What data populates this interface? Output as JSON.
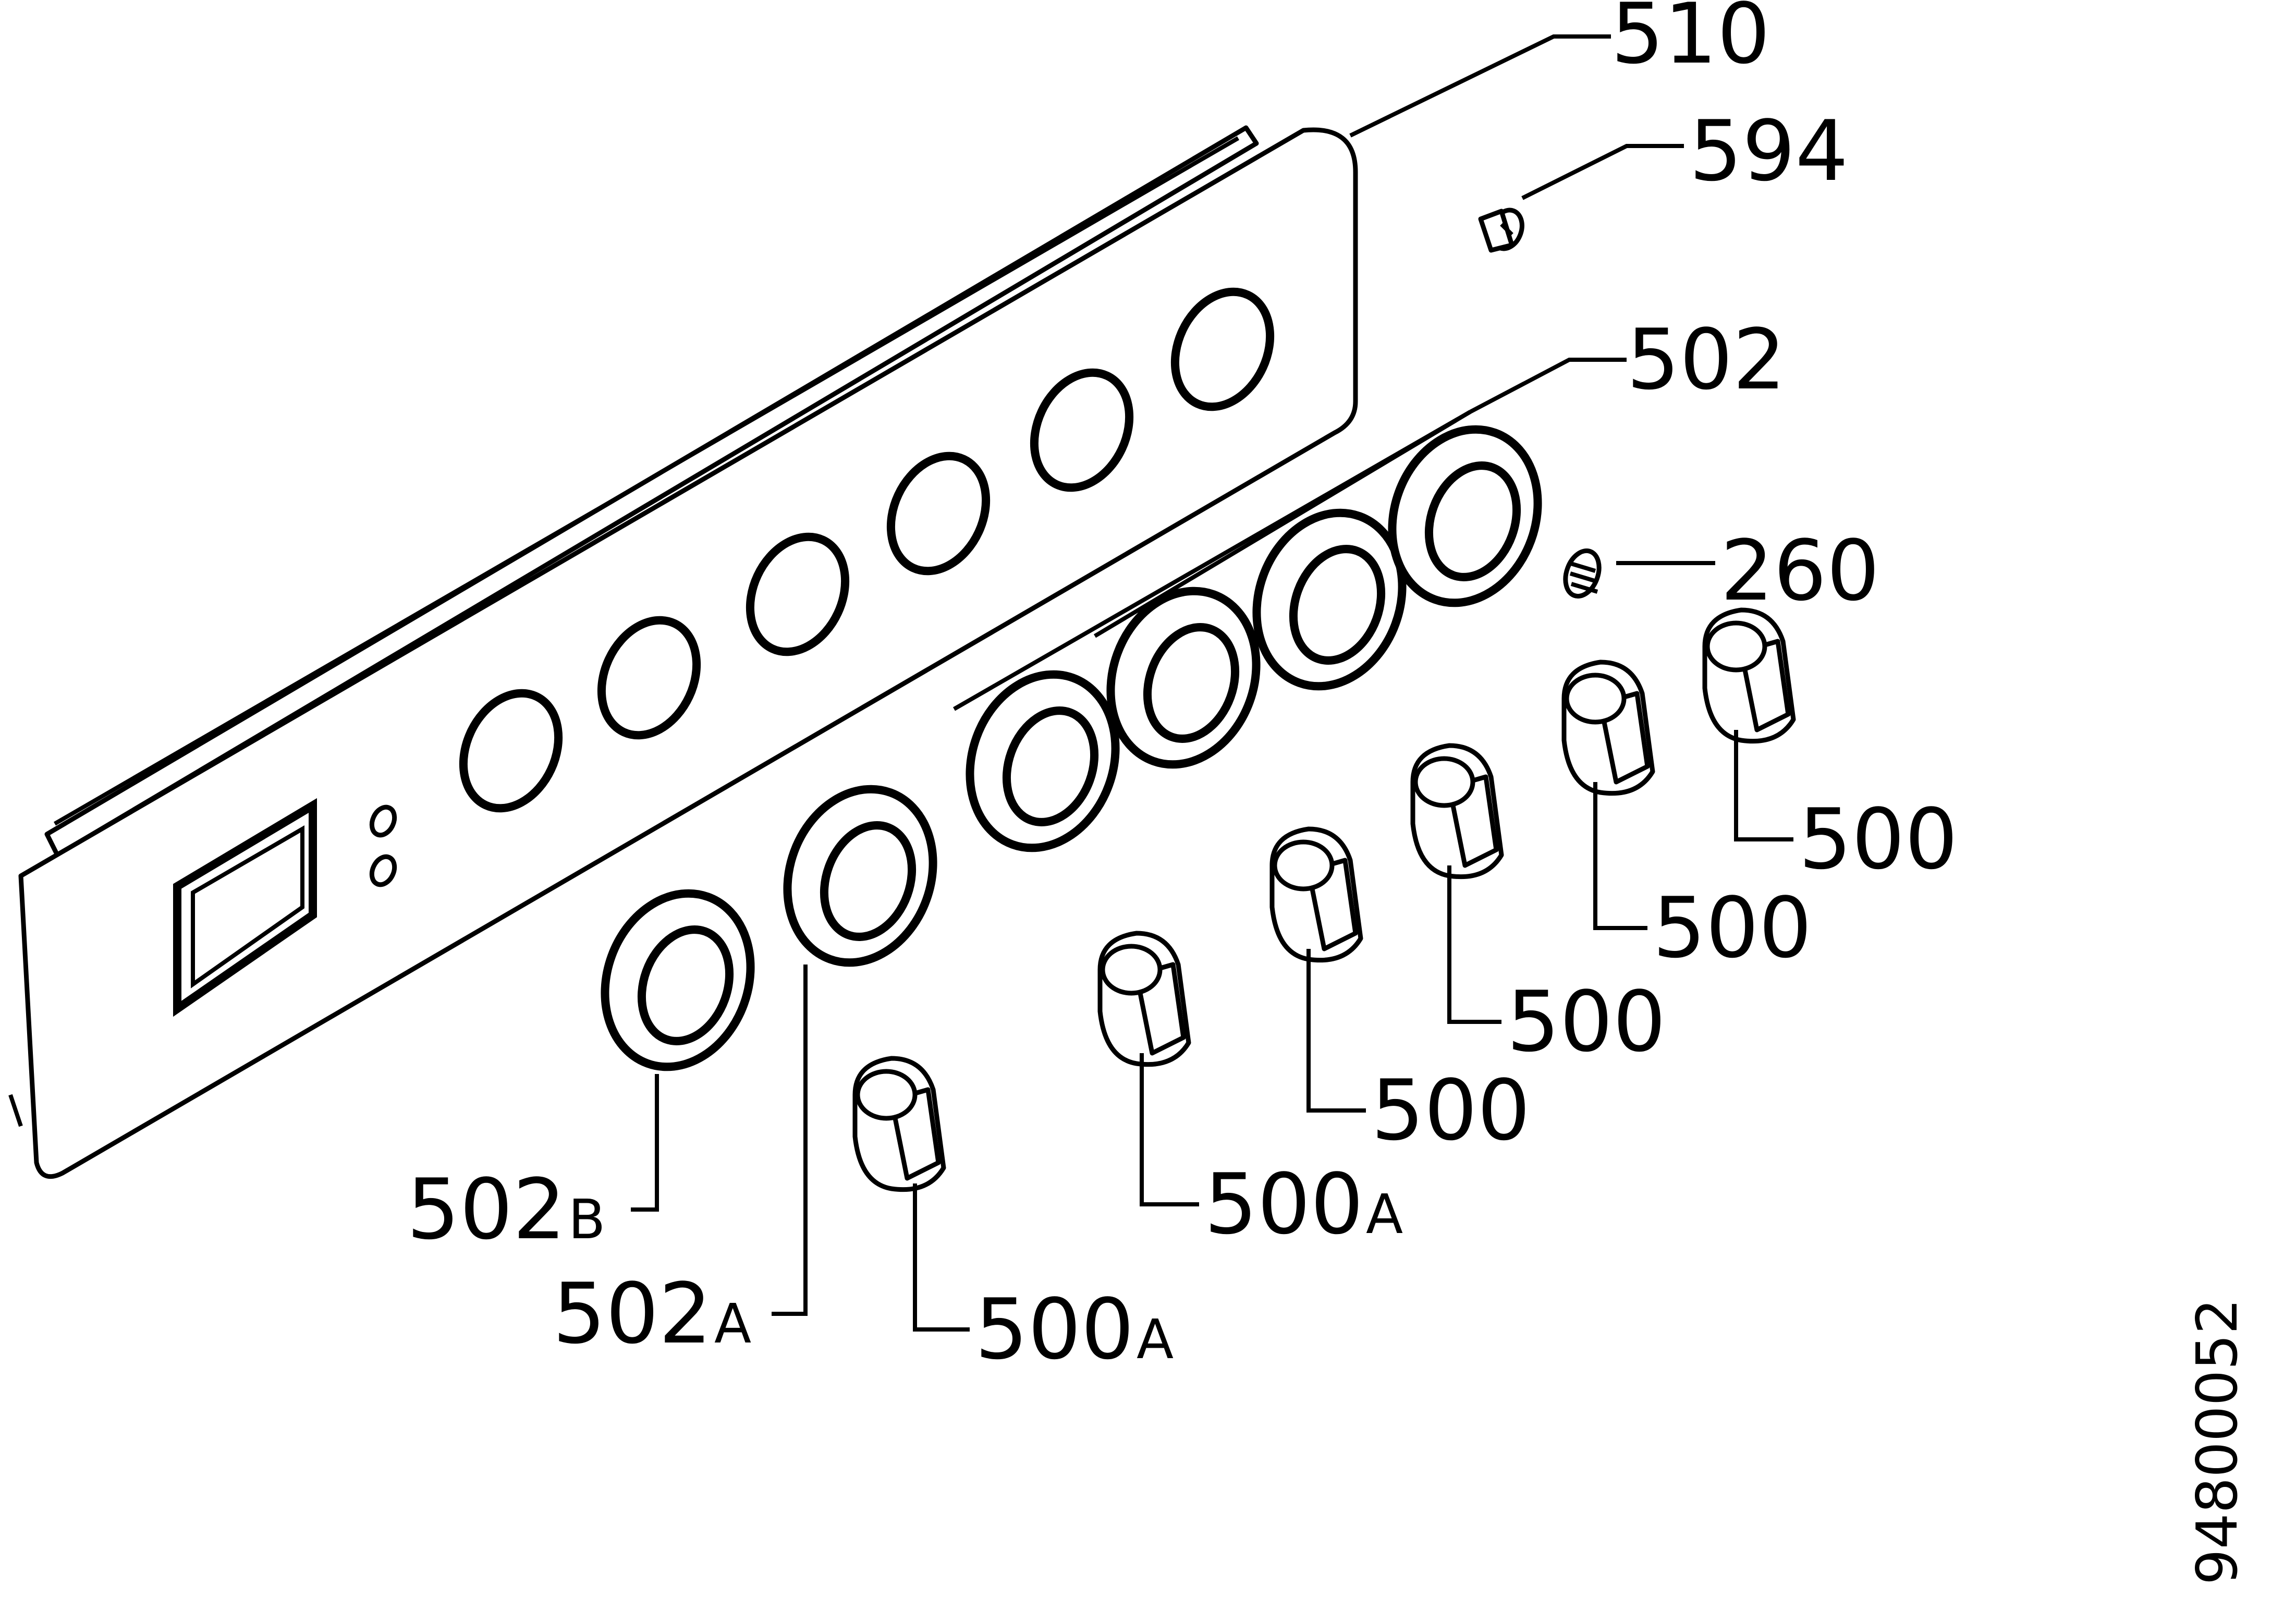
{
  "labels": {
    "l510": "510",
    "l594": "594",
    "l502": "502",
    "l260": "260",
    "l500_1": "500",
    "l500_2": "500",
    "l500_3": "500",
    "l500_4": "500",
    "l500a_1_num": "500",
    "l500a_1_suf": "A",
    "l500a_2_num": "500",
    "l500a_2_suf": "A",
    "l502a_num": "502",
    "l502a_suf": "A",
    "l502b_num": "502",
    "l502b_suf": "B"
  },
  "reference_code": "94800052"
}
